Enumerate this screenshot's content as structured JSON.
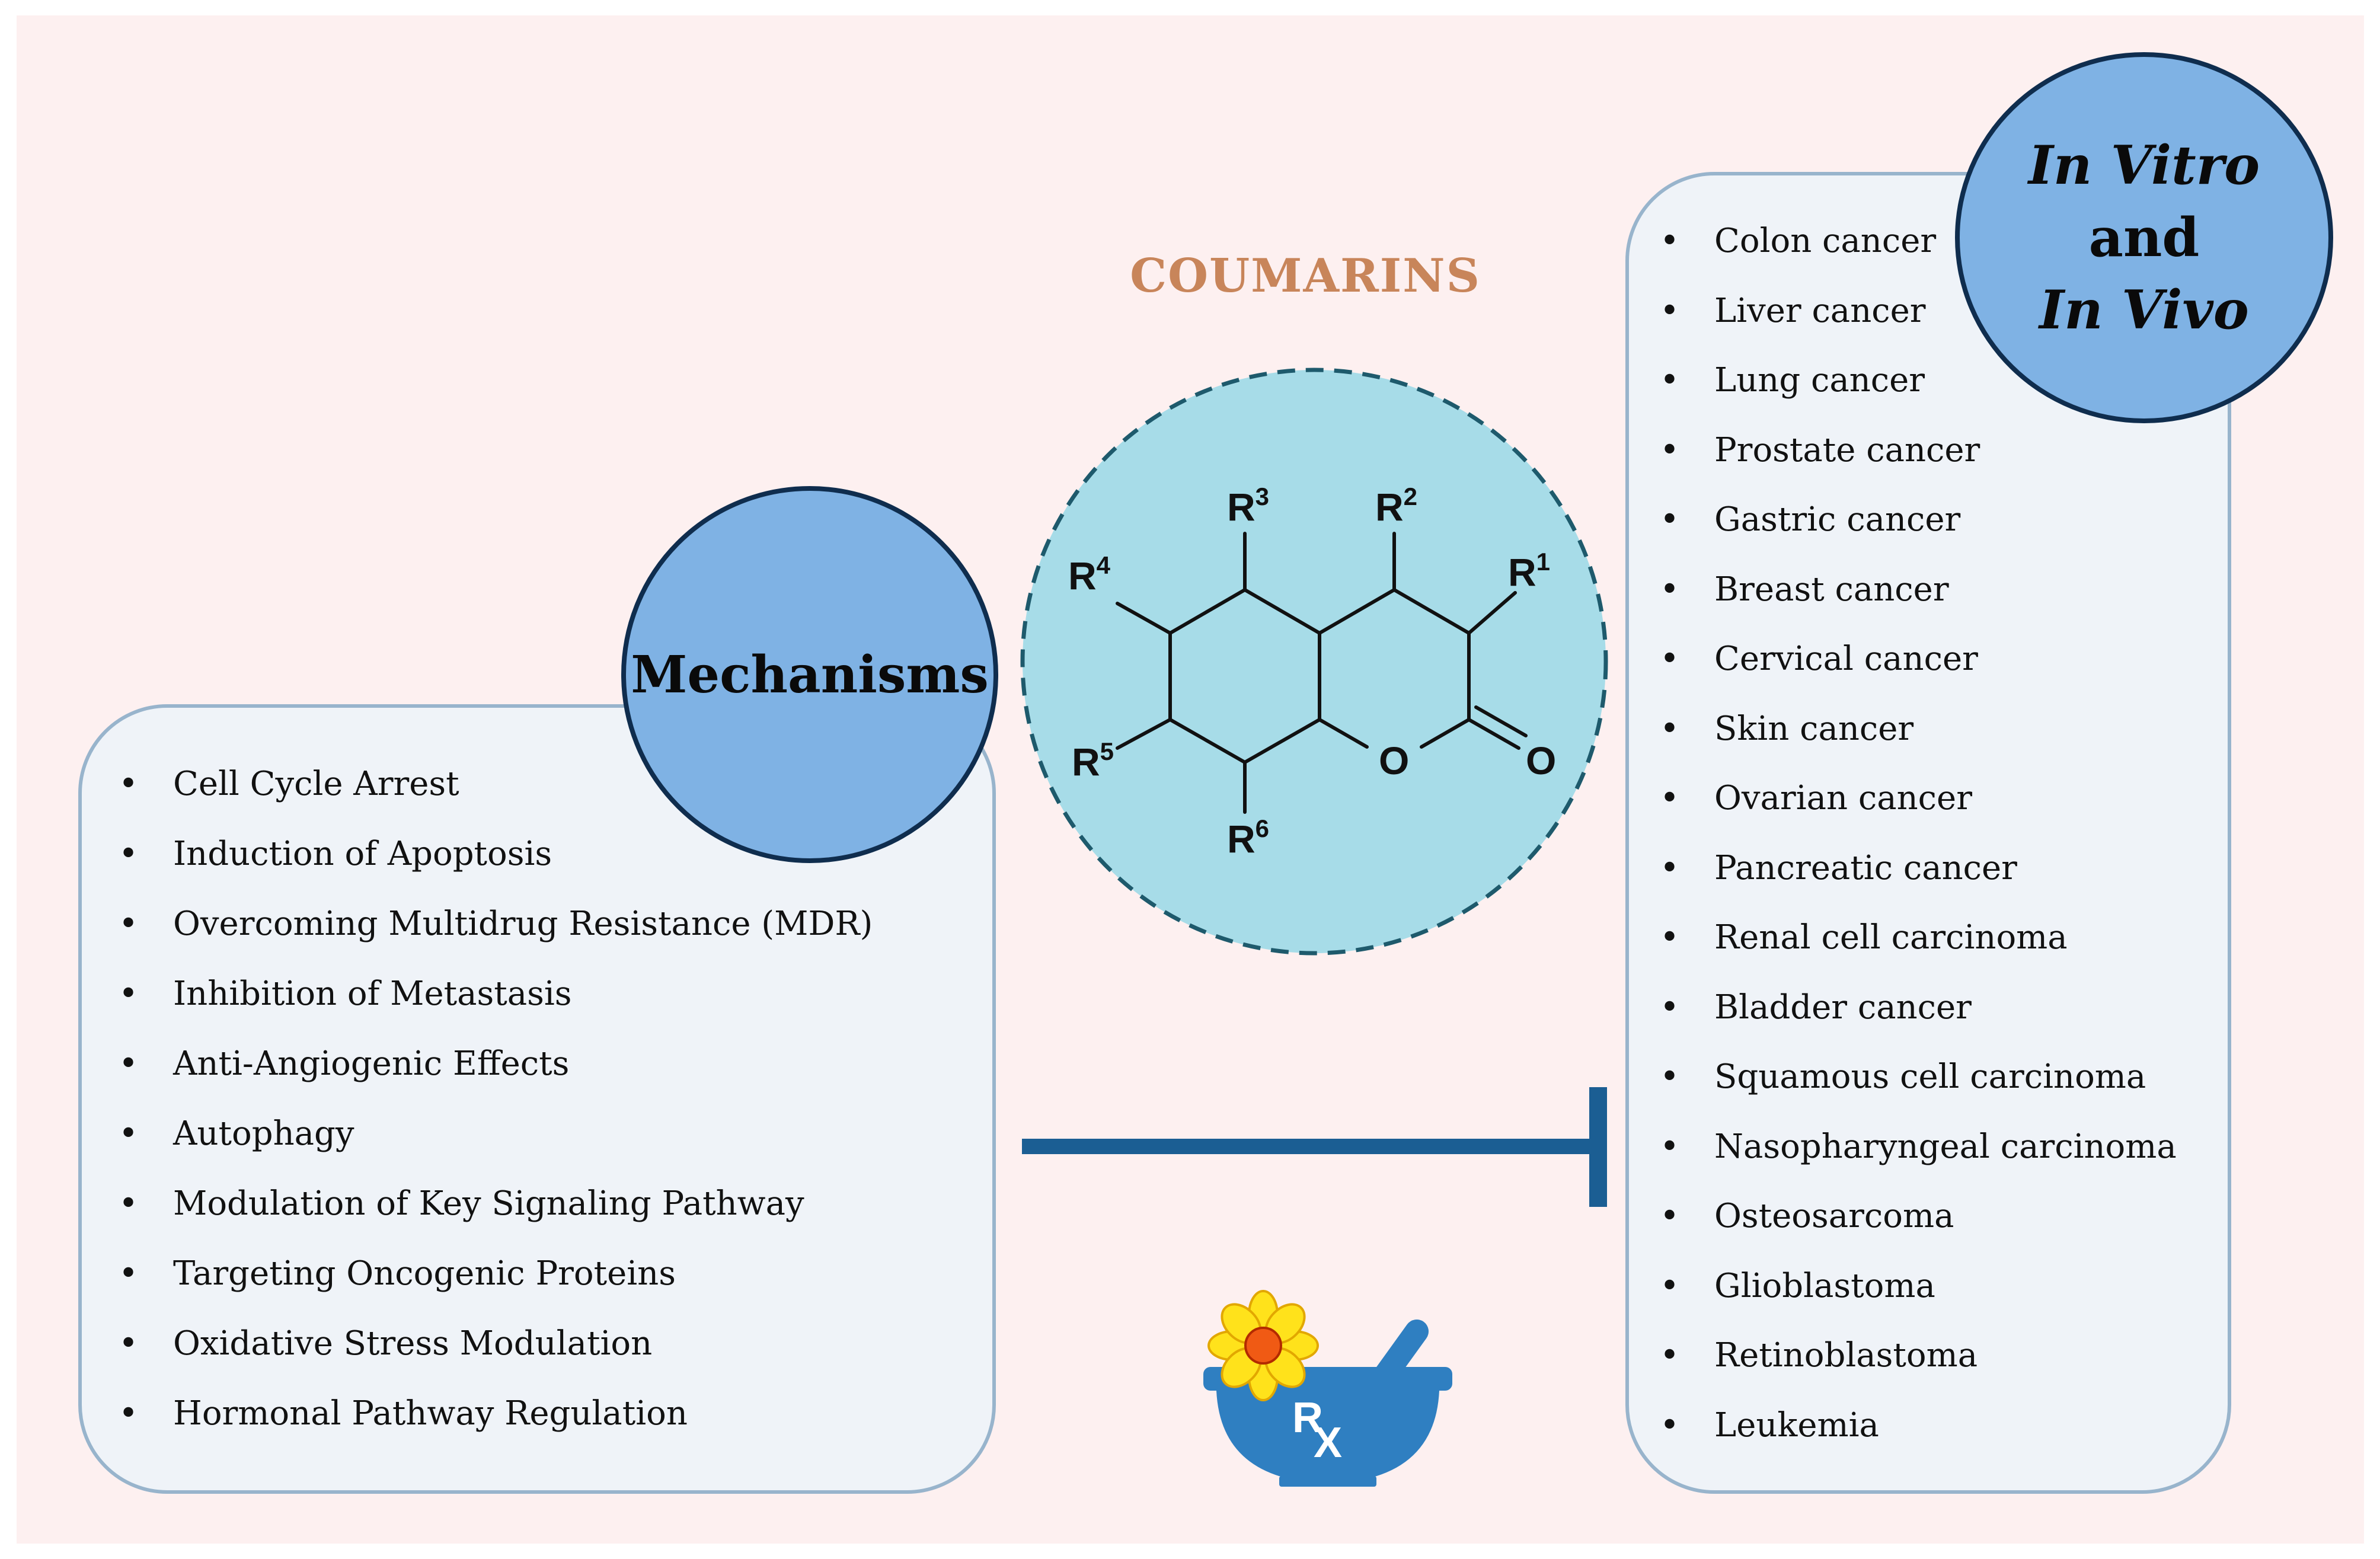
{
  "title": "COUMARINS",
  "structure_labels": {
    "r1": "R",
    "r1_sup": "1",
    "r2": "R",
    "r2_sup": "2",
    "r3": "R",
    "r3_sup": "3",
    "r4": "R",
    "r4_sup": "4",
    "r5": "R",
    "r5_sup": "5",
    "r6": "R",
    "r6_sup": "6",
    "ring_oxygen": "O",
    "carbonyl_oxygen": "O"
  },
  "mechanisms": {
    "heading": "Mechanisms",
    "items": [
      "Cell Cycle Arrest",
      "Induction of Apoptosis",
      "Overcoming Multidrug Resistance (MDR)",
      "Inhibition of Metastasis",
      "Anti-Angiogenic Effects",
      "Autophagy",
      "Modulation of Key Signaling Pathway",
      "Targeting Oncogenic Proteins",
      "Oxidative Stress Modulation",
      "Hormonal Pathway Regulation"
    ]
  },
  "in_vitro": {
    "heading_line1": "In Vitro",
    "heading_line2": "and",
    "heading_line3": "In Vivo",
    "items": [
      "Colon cancer",
      "Liver cancer",
      "Lung cancer",
      "Prostate cancer",
      "Gastric cancer",
      "Breast cancer",
      "Cervical cancer",
      "Skin cancer",
      "Ovarian cancer",
      "Pancreatic cancer",
      "Renal cell carcinoma",
      "Bladder cancer",
      "Squamous cell carcinoma",
      "Nasopharyngeal carcinoma",
      "Osteosarcoma",
      "Glioblastoma",
      "Retinoblastoma",
      "Leukemia"
    ]
  },
  "rx_icon": {
    "letter_r": "R",
    "letter_x": "X"
  },
  "icons": [
    "inhibition-arrow-icon",
    "mortar-pestle-rx-icon",
    "flower-icon"
  ],
  "colors": {
    "background": "#fdf0f0",
    "box_fill": "#eff3f8",
    "box_border": "#98b4cc",
    "circle_fill": "#7fb2e4",
    "circle_border": "#0f2d4e",
    "structure_fill": "#a7dce8",
    "title": "#c8855a",
    "inhibition_arrow": "#1b5e93",
    "mortar": "#2f7fc1"
  }
}
